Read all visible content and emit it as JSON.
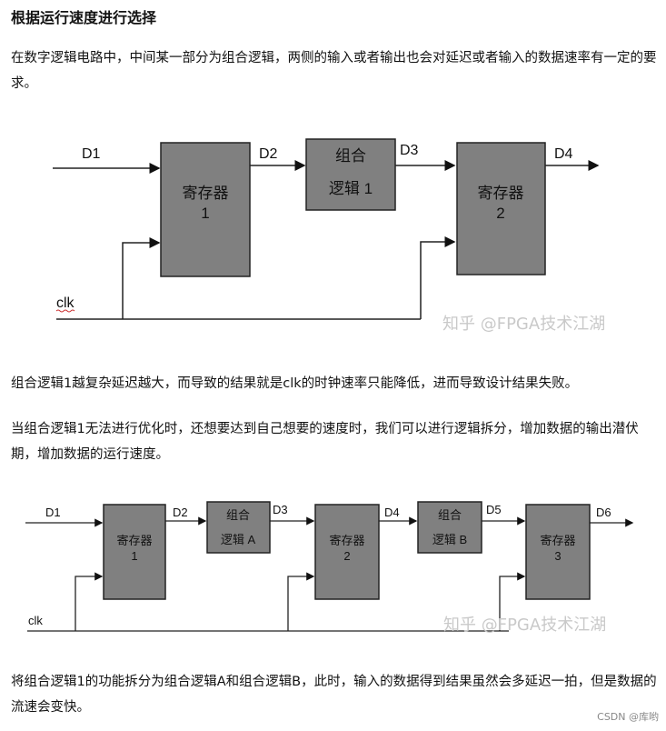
{
  "heading": "根据运行速度进行选择",
  "paragraphs": [
    "在数字逻辑电路中，中间某一部分为组合逻辑，两侧的输入或者输出也会对延迟或者输入的数据速率有一定的要求。",
    "组合逻辑1越复杂延迟越大，而导致的结果就是clk的时钟速率只能降低，进而导致设计结果失败。",
    "当组合逻辑1无法进行优化时，还想要达到自己想要的速度时，我们可以进行逻辑拆分，增加数据的输出潜伏期，增加数据的运行速度。",
    "将组合逻辑1的功能拆分为组合逻辑A和组合逻辑B，此时，输入的数据得到结果虽然会多延迟一拍，但是数据的流速会变快。"
  ],
  "diagram1": {
    "signals": [
      "D1",
      "D2",
      "D3",
      "D4"
    ],
    "clk": "clk",
    "reg1": [
      "寄存器",
      "1"
    ],
    "logic": [
      "组合",
      "逻辑 1"
    ],
    "reg2": [
      "寄存器",
      "2"
    ],
    "watermark": "知乎 @FPGA技术江湖"
  },
  "diagram2": {
    "signals": [
      "D1",
      "D2",
      "D3",
      "D4",
      "D5",
      "D6"
    ],
    "clk": "clk",
    "reg1": [
      "寄存器",
      "1"
    ],
    "logicA": [
      "组合",
      "逻辑 A"
    ],
    "reg2": [
      "寄存器",
      "2"
    ],
    "logicB": [
      "组合",
      "逻辑 B"
    ],
    "reg3": [
      "寄存器",
      "3"
    ],
    "watermark": "知乎 @FPGA技术江湖"
  },
  "footer": "CSDN @库哟",
  "colors": {
    "box": "#808080",
    "line": "#222222"
  }
}
